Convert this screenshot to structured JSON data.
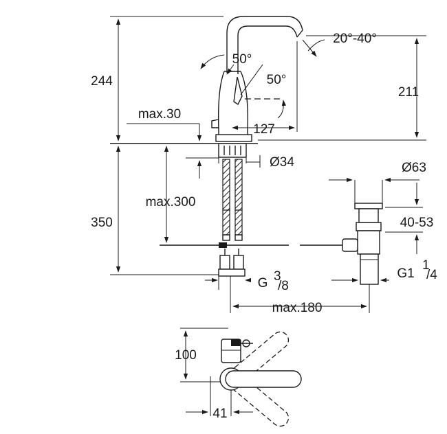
{
  "dimensions": {
    "total_height": "244",
    "spout_height": "211",
    "lever_angle_a": "50°",
    "lever_angle_b": "50°",
    "spout_swivel": "20°-40°",
    "spout_reach": "127",
    "deck_max": "max.30",
    "hole_dia": "Ø34",
    "below_deck": "350",
    "below_max": "max.300",
    "drain_dia": "Ø63",
    "drain_range": "40-53",
    "thread_main": "G",
    "thread_exp": "3",
    "thread_sub": "/8",
    "drain_thread": "G1",
    "drain_exp": "1",
    "drain_sub": "/4",
    "rod_max": "max.180",
    "plan_depth": "100",
    "plan_offset": "41"
  }
}
